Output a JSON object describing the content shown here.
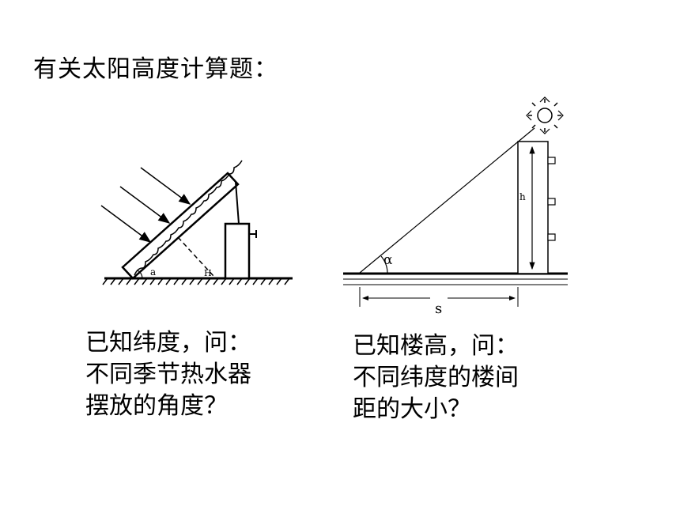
{
  "slide": {
    "title": "有关太阳高度计算题："
  },
  "left_figure": {
    "label_a": "a",
    "label_H": "H",
    "caption_lines": [
      "已知纬度，问：",
      "不同季节热水器",
      "摆放的角度？"
    ]
  },
  "right_figure": {
    "label_alpha": "α",
    "label_h": "h",
    "label_s": "s",
    "caption_lines": [
      "已知楼高，问：",
      "不同纬度的楼间",
      "距的大小？"
    ]
  }
}
